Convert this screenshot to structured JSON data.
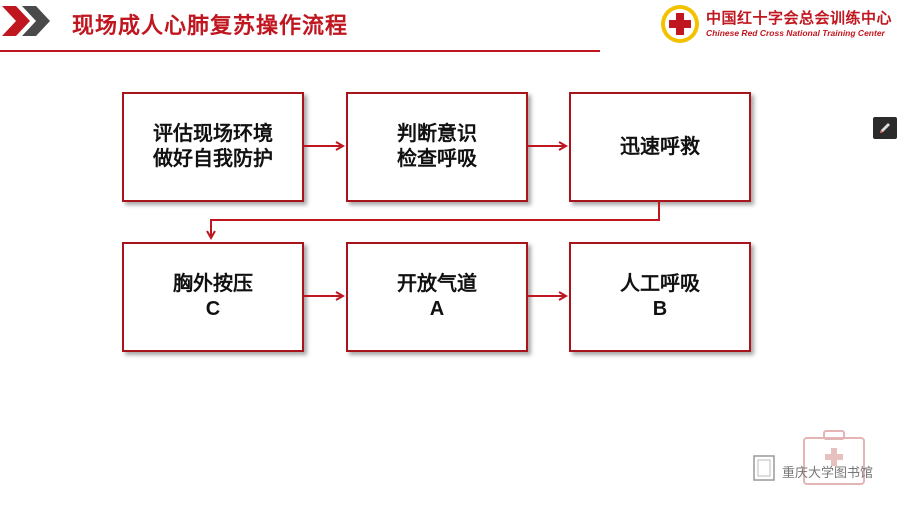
{
  "header": {
    "title": "现场成人心肺复苏操作流程"
  },
  "logo": {
    "name_cn": "中国红十字会总会训练中心",
    "name_en": "Chinese Red Cross National Training Center"
  },
  "flow": {
    "row1": [
      {
        "line1": "评估现场环境",
        "line2": "做好自我防护"
      },
      {
        "line1": "判断意识",
        "line2": "检查呼吸"
      },
      {
        "line1": "迅速呼救",
        "line2": ""
      }
    ],
    "row2": [
      {
        "line1": "胸外按压",
        "line2": "C"
      },
      {
        "line1": "开放气道",
        "line2": "A"
      },
      {
        "line1": "人工呼吸",
        "line2": "B"
      }
    ]
  },
  "watermark": {
    "text": "重庆大学图书馆"
  },
  "colors": {
    "accent": "#c0161f",
    "box_border": "#a8141b"
  },
  "icons": {
    "header_decoration": "double-chevron-icon",
    "logo_emblem": "red-cross-emblem-icon",
    "side_button": "pen-icon",
    "watermark": "first-aid-kit-icon"
  }
}
